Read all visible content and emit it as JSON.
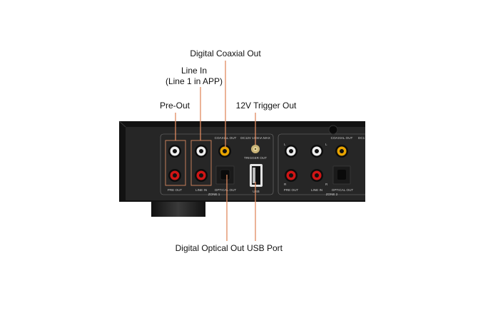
{
  "callouts": {
    "coaxial": "Digital Coaxial Out",
    "line_in": "Line In",
    "line_in_sub": "(Line 1 in APP)",
    "pre_out": "Pre-Out",
    "trigger": "12V Trigger Out",
    "optical": "Digital Optical Out",
    "usb": "USB Port"
  },
  "panel": {
    "coaxial_out": "COAXIAL OUT",
    "dc_spec": "DC12V 100mA MAX",
    "dc_spec_cut": "DC1",
    "trigger_out": "TRIGGER OUT",
    "pre_out": "PRE OUT",
    "line_in": "LINE IN",
    "optical_out": "OPTICAL OUT",
    "usb": "USB",
    "zone1": "ZONE 1",
    "zone2": "ZONE 2",
    "left": "L",
    "right": "R"
  },
  "colors": {
    "accent": "#e08a5f",
    "body": "#1c1c1c",
    "rca_red": "#d01515",
    "coax": "#e8a400"
  }
}
